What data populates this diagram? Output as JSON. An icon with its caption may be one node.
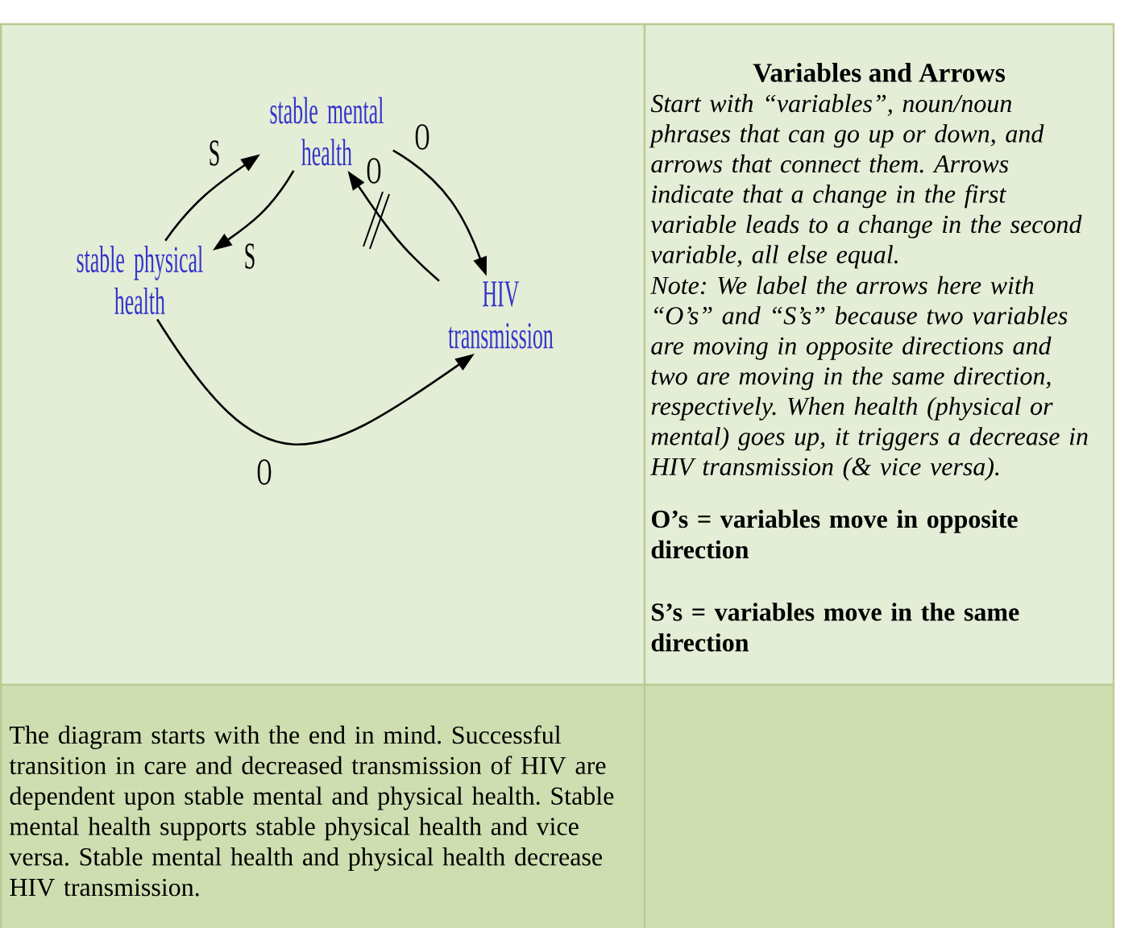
{
  "diagram": {
    "nodes": [
      {
        "text": [
          "stable mental health"
        ]
      },
      {
        "text": [
          "stable physical health"
        ]
      },
      {
        "text": [
          "HIV transmission"
        ]
      }
    ],
    "edges": [
      {
        "from": 1,
        "to": 0,
        "arrow": "to",
        "label": "S"
      },
      {
        "from": 0,
        "to": 1,
        "arrow": "to",
        "label": "S"
      },
      {
        "from": 0,
        "to": 2,
        "arrow": "to",
        "label": "O"
      },
      {
        "from": 2,
        "to": 0,
        "arrow": "to",
        "label": "O"
      },
      {
        "from": 1,
        "to": 2,
        "arrow": "to",
        "label": "O"
      }
    ],
    "labels": [
      "Variables and Arrows",
      "Start with “variables”, noun/noun phrases that can go up or down, and arrows that connect them. Arrows indicate that a change in the first variable leads to a change in the second variable, all else equal.",
      "Note: We label the arrows here with “O’s” and “S’s” because two variables are moving in opposite directions and two are moving in the same direction, respectively. When health (physical or mental) goes up, it triggers a decrease in HIV transmission (& vice versa).",
      "O’s = variables move in opposite direction",
      "S’s = variables move in the same direction",
      "The diagram starts with the end in mind. Successful transition in care and decreased transmission of HIV are dependent upon stable mental and physical health. Stable mental health supports stable physical health and vice versa. Stable mental health and physical health decrease HIV transmission."
    ]
  }
}
